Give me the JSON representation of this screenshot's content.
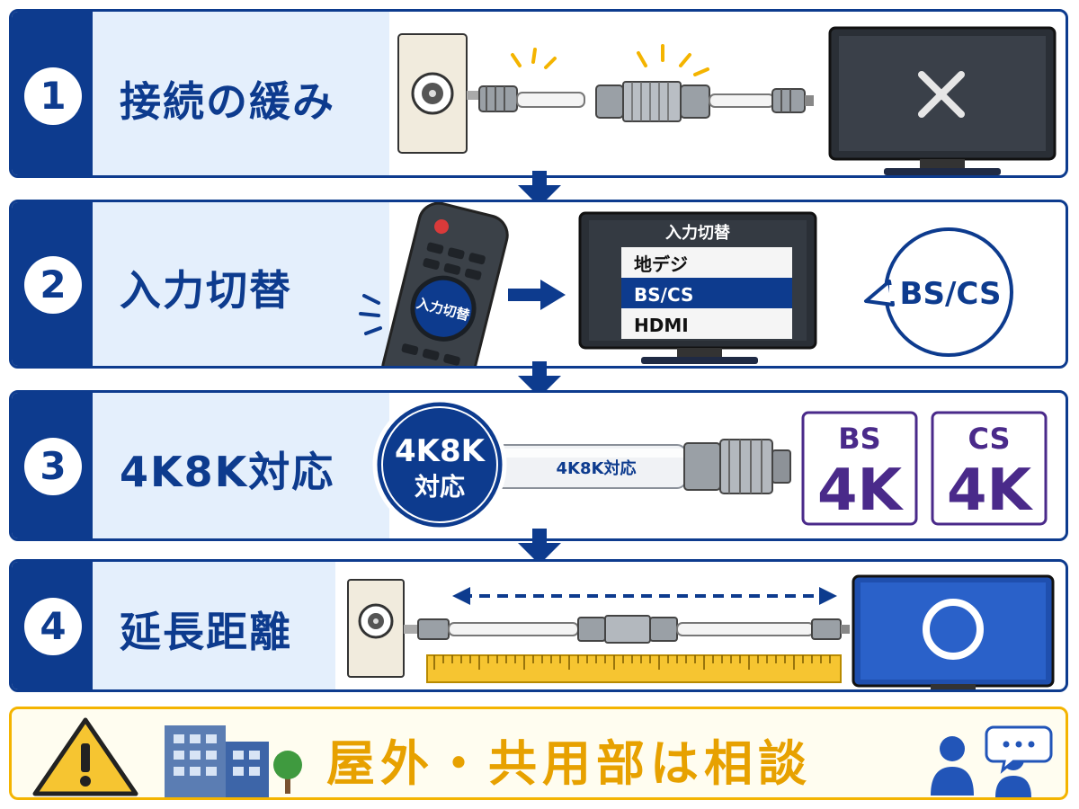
{
  "steps": [
    {
      "number": "1",
      "title": "接続の緩み"
    },
    {
      "number": "2",
      "title": "入力切替"
    },
    {
      "number": "3",
      "title": "4K8K対応"
    },
    {
      "number": "4",
      "title": "延長距離"
    }
  ],
  "step2": {
    "remote_button": "入力切替",
    "menu_title": "入力切替",
    "menu_items": [
      "地デジ",
      "BS/CS",
      "HDMI"
    ],
    "selected_index": 1,
    "speech": "BS/CS"
  },
  "step3": {
    "badge_line1": "4K8K",
    "badge_line2": "対応",
    "cable_label": "4K8K対応",
    "logos": [
      {
        "top": "BS",
        "bottom": "4K"
      },
      {
        "top": "CS",
        "bottom": "4K"
      }
    ]
  },
  "warning": {
    "title": "屋外・共用部は相談"
  },
  "colors": {
    "primary": "#0d3b8e",
    "accent_yellow": "#f4b400",
    "warning_text": "#e7a100",
    "purple": "#4a2a8a",
    "light_bg": "#e4effc"
  },
  "icons": [
    "wall-socket-icon",
    "connector-icon",
    "tv-icon",
    "x-mark-icon",
    "remote-icon",
    "speech-bubble-icon",
    "cable-icon",
    "ruler-icon",
    "circle-mark-icon",
    "warning-icon",
    "building-icon",
    "tree-icon",
    "people-chat-icon"
  ]
}
